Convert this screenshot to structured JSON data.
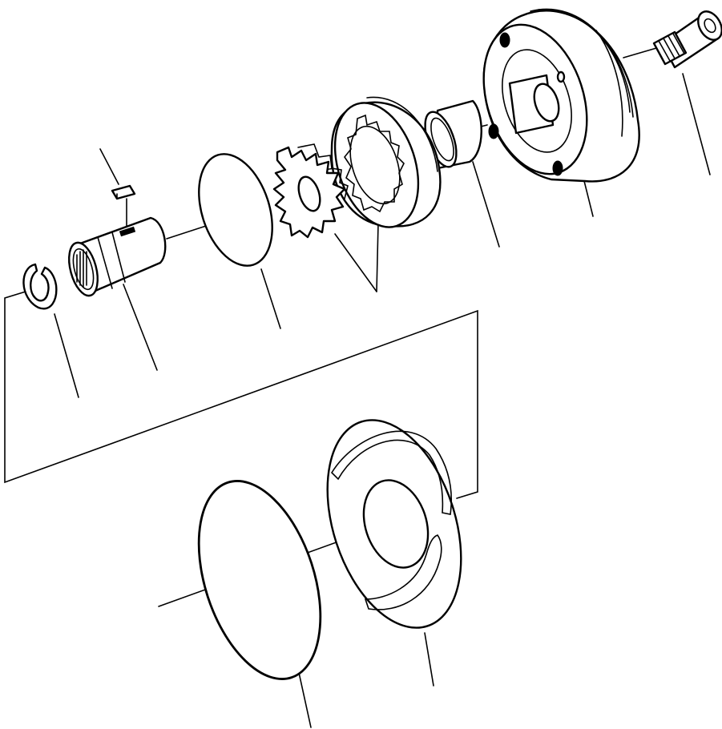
{
  "diagram": {
    "type": "exploded-parts-view",
    "line_color": "#000000",
    "background": "#ffffff",
    "parts": [
      {
        "id": "cap-screw"
      },
      {
        "id": "pump-housing"
      },
      {
        "id": "bushing"
      },
      {
        "id": "outer-rotor"
      },
      {
        "id": "inner-rotor"
      },
      {
        "id": "o-ring-small"
      },
      {
        "id": "key"
      },
      {
        "id": "drive-sleeve"
      },
      {
        "id": "snap-ring"
      },
      {
        "id": "wear-plate"
      },
      {
        "id": "o-ring-large"
      }
    ]
  }
}
